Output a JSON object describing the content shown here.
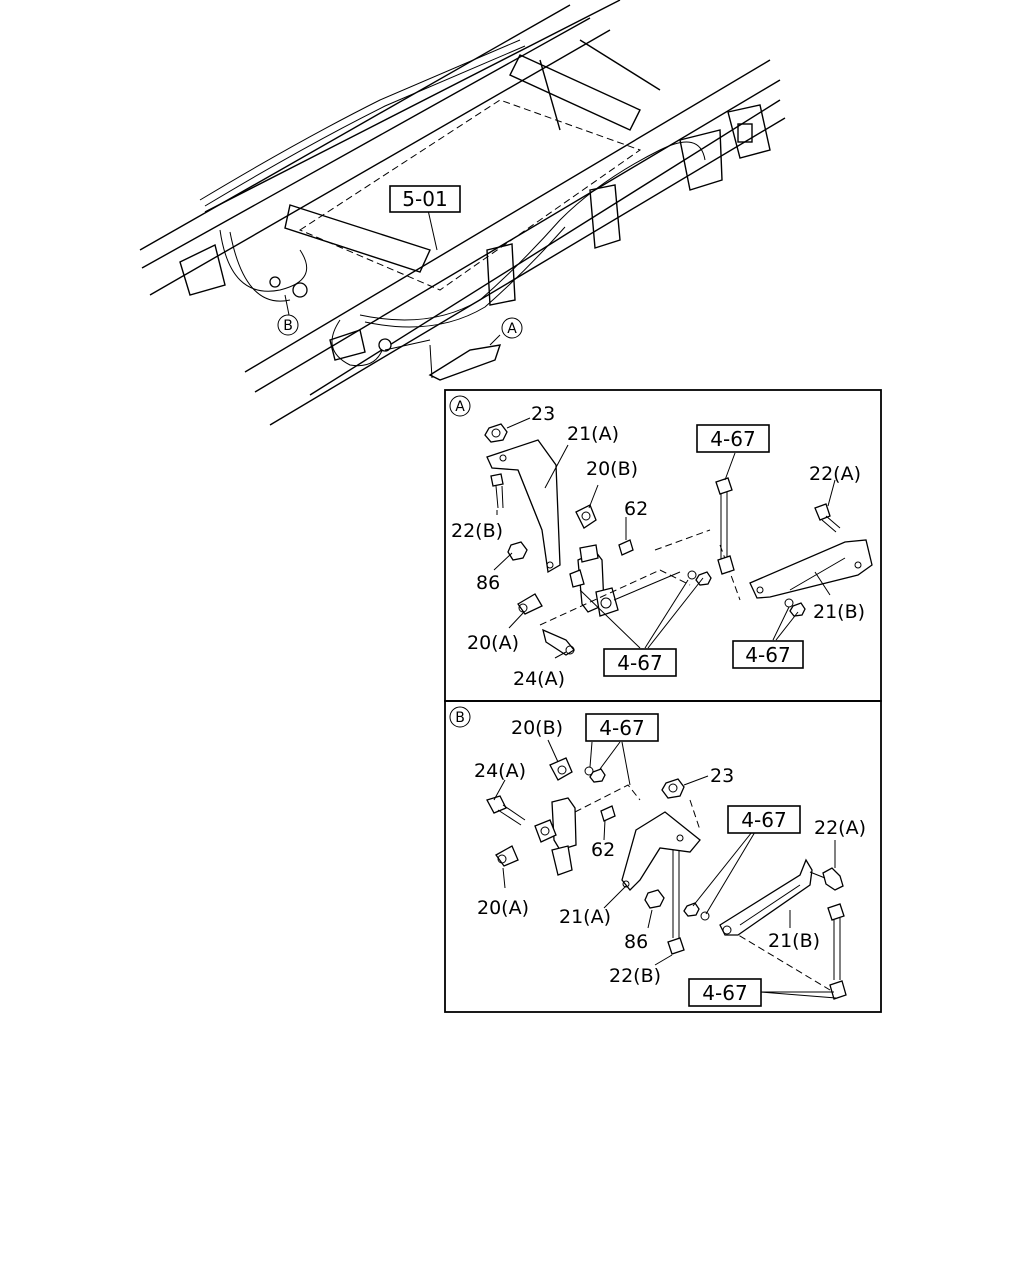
{
  "overview": {
    "ref_box": "5-01",
    "marker_a": "A",
    "marker_b": "B"
  },
  "detail_a": {
    "marker": "A",
    "labels": {
      "p23": "23",
      "p21a": "21(A)",
      "p20b": "20(B)",
      "p62": "62",
      "p22b": "22(B)",
      "p86": "86",
      "p20a": "20(A)",
      "p24a": "24(A)",
      "p22a": "22(A)",
      "p21b": "21(B)"
    },
    "refs": {
      "top": "4-67",
      "bottom_mid": "4-67",
      "bottom_right": "4-67"
    }
  },
  "detail_b": {
    "marker": "B",
    "labels": {
      "p20b": "20(B)",
      "p24a": "24(A)",
      "p23": "23",
      "p62": "62",
      "p20a": "20(A)",
      "p21a": "21(A)",
      "p86": "86",
      "p22b": "22(B)",
      "p22a": "22(A)",
      "p21b": "21(B)"
    },
    "refs": {
      "top": "4-67",
      "mid_right": "4-67",
      "bottom": "4-67"
    }
  }
}
